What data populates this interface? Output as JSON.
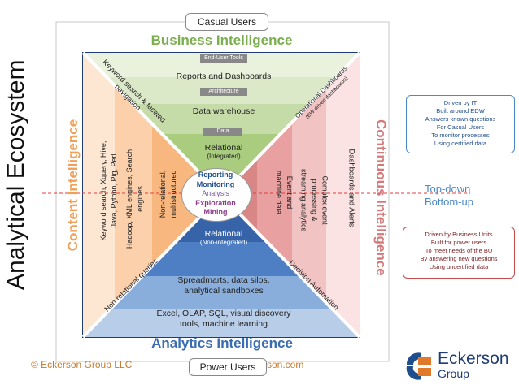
{
  "title": "Analytical Ecosystem",
  "casual_users": "Casual Users",
  "power_users": "Power Users",
  "quadrant_titles": {
    "top": "Business Intelligence",
    "bottom": "Analytics Intelligence",
    "left": "Content Intelligence",
    "right": "Continuous Intelligence"
  },
  "top_section": {
    "tag1": "End-User Tools",
    "reports": "Reports and Dashboards",
    "tag2": "Architecture",
    "warehouse": "Data warehouse",
    "tag3": "Data",
    "relational": "Relational",
    "integrated": "(Integrated)"
  },
  "bottom_section": {
    "relational": "Relational",
    "non_integrated": "(Non-integrated)",
    "spreadmarts": [
      "Spreadmarts, data silos,",
      "analytical sandboxes"
    ],
    "tools": [
      "Excel, OLAP, SQL, visual discovery",
      "tools, machine learning"
    ]
  },
  "left_section": {
    "col1": [
      "Keyword search, Xquery, Hive,",
      "Java, Python, Pig, Perl"
    ],
    "col2": [
      "Hadoop, XML engines, Search",
      "engines"
    ],
    "col3": [
      "Non-relational,",
      "multistructured"
    ]
  },
  "right_section": {
    "col1": [
      "Event and",
      "machine data"
    ],
    "col2": [
      "Complex event",
      "processing &",
      "streaming analytics"
    ],
    "col3": [
      "Dashboards and Alerts"
    ]
  },
  "diagonals": {
    "top_left": [
      "Keyword search & faceted",
      "navigation"
    ],
    "top_right": [
      "Operational Dashboards",
      "(BW-driven dashboards)"
    ],
    "bottom_left": "Non-relational queries",
    "bottom_right": "Decision Automation"
  },
  "center": {
    "reporting": "Reporting",
    "monitoring": "Monitoring",
    "analysis": "Analysis",
    "exploration": "Exploration",
    "mining": "Mining"
  },
  "top_down": "Top-down",
  "bottom_up": "Bottom-up",
  "it_box": [
    "Driven by IT",
    "Built around EDW",
    "Answers known questions",
    "For Casual Users",
    "To monitor processes",
    "Using certified data"
  ],
  "bu_box": [
    "Driven by Business Units",
    "Built for power users",
    "To meet needs of the BU",
    "By answering new questions",
    "Using uncertified data"
  ],
  "copyright": "© Eckerson Group LLC",
  "website": "son.com",
  "logo": {
    "name": "Eckerson",
    "sub": "Group"
  },
  "colors": {
    "bi_green": "#7aae4e",
    "analytics_blue": "#3a6cb3",
    "content_orange": "#f0a05a",
    "continuous_red": "#d47a7a"
  }
}
